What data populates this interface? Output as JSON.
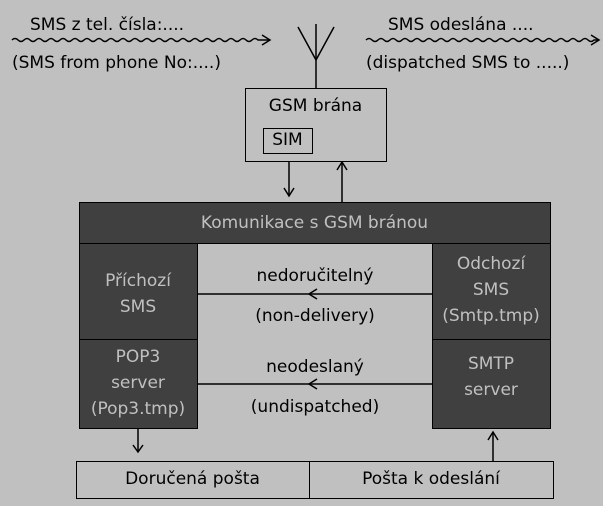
{
  "top": {
    "sms_from_cz": "SMS z tel. čísla:....",
    "sms_from_en": "(SMS from phone No:....)",
    "sms_sent_cz": "SMS odeslána ....",
    "sms_sent_en": "(dispatched SMS to .....)"
  },
  "gateway": {
    "title": "GSM  brána",
    "sim": "SIM"
  },
  "comm": {
    "title": "Komunikace s GSM bránou"
  },
  "incoming": {
    "line1": "Příchozí",
    "line2": "SMS"
  },
  "outgoing": {
    "line1": "Odchozí",
    "line2": "SMS",
    "line3": "(Smtp.tmp)"
  },
  "pop3": {
    "line1": "POP3",
    "line2": "server",
    "line3": "(Pop3.tmp)"
  },
  "smtp": {
    "line1": "SMTP",
    "line2": "server"
  },
  "links": {
    "undeliverable_cz": "nedoručitelný",
    "undeliverable_en": "(non-delivery)",
    "unsent_cz": "neodeslaný",
    "unsent_en": "(undispatched)"
  },
  "mail": {
    "delivered": "Doručená pošta",
    "to_send": "Pošta k odeslání"
  },
  "colors": {
    "background": "#c0c0c0",
    "dark_box": "#404040",
    "line": "#000000"
  }
}
